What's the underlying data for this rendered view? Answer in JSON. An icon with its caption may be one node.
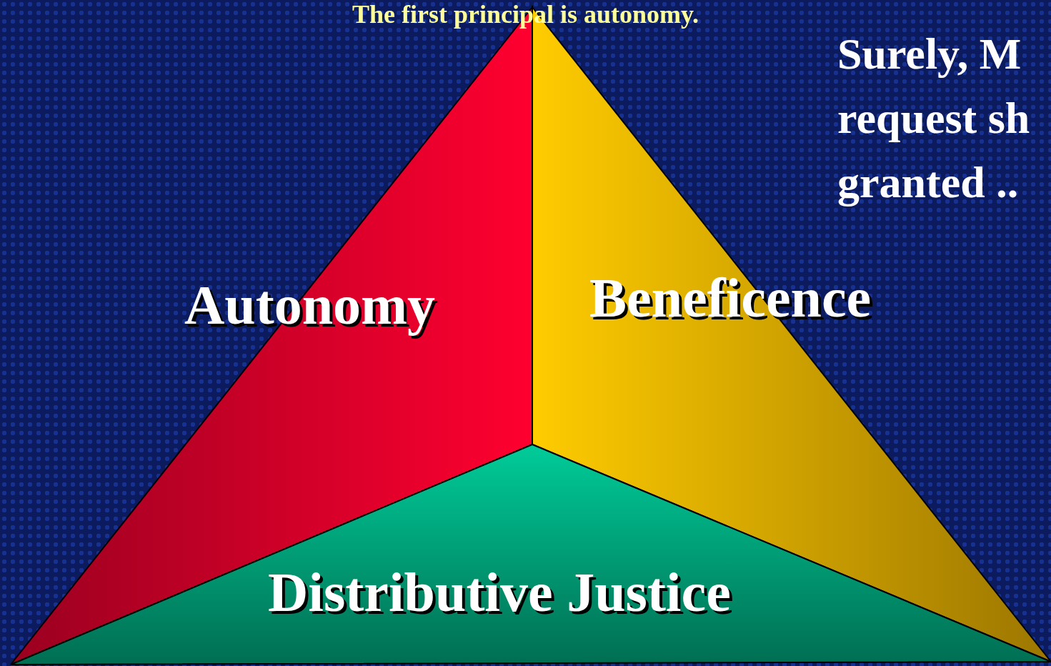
{
  "diagram": {
    "title": "The first principal is autonomy.",
    "nodes": [
      {
        "text": [
          "Autonomy"
        ]
      },
      {
        "text": [
          "Beneficence"
        ]
      },
      {
        "text": [
          "Distributive Justice"
        ]
      }
    ],
    "labels": [
      "Surely, M",
      "request sh",
      "granted .."
    ]
  }
}
